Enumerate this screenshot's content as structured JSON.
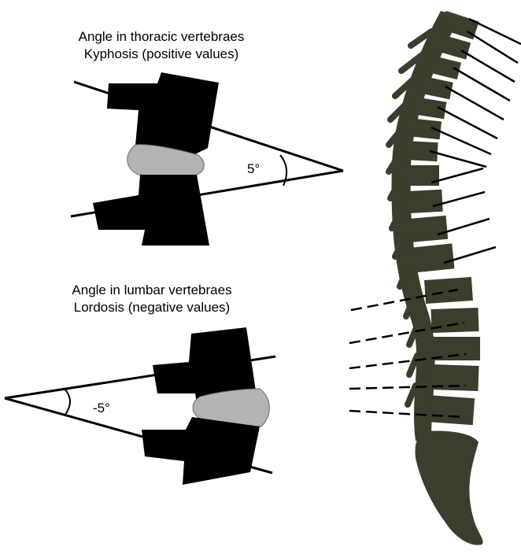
{
  "thoracic": {
    "title": "Angle in thoracic vertebraes",
    "subtitle": "Kyphosis (positive values)",
    "angle_label": "5°"
  },
  "lumbar": {
    "title": "Angle in lumbar vertebraes",
    "subtitle": "Lordosis (negative values)",
    "angle_label": "-5°"
  },
  "colors": {
    "vertebra": "#000000",
    "disc": "#b3b3b3",
    "spine_bone": "#3d3d2e",
    "line": "#000000"
  }
}
